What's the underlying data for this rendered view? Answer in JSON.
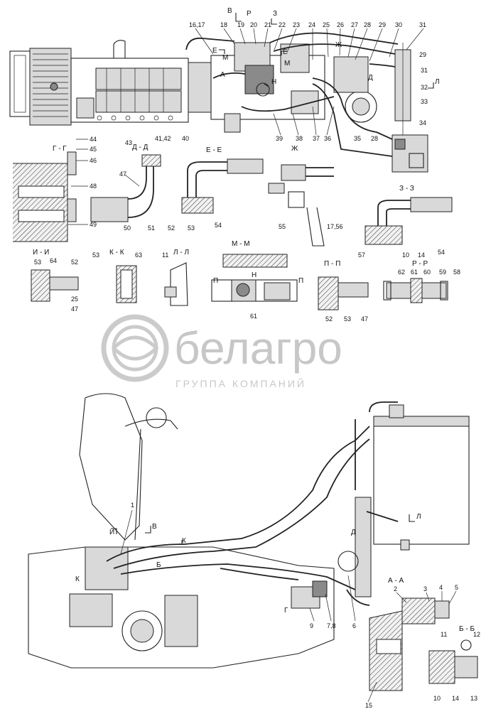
{
  "watermark": {
    "brand": "белагро",
    "tagline": "ГРУППА КОМПАНИЙ"
  },
  "section_titles": [
    {
      "id": "gg",
      "text": "Г - Г"
    },
    {
      "id": "dd",
      "text": "Д - Д"
    },
    {
      "id": "ee",
      "text": "Е - Е"
    },
    {
      "id": "zh",
      "text": "Ж"
    },
    {
      "id": "zz",
      "text": "З - З"
    },
    {
      "id": "ii",
      "text": "И - И"
    },
    {
      "id": "kk",
      "text": "К - К"
    },
    {
      "id": "ll",
      "text": "Л - Л"
    },
    {
      "id": "mm",
      "text": "М - М"
    },
    {
      "id": "pp",
      "text": "П - П"
    },
    {
      "id": "rr",
      "text": "Р - Р"
    },
    {
      "id": "aa",
      "text": "А - А"
    },
    {
      "id": "bb",
      "text": "Б - Б"
    }
  ],
  "view_markers": [
    {
      "id": "v-top",
      "text": "В"
    },
    {
      "id": "r-top",
      "text": "Р"
    },
    {
      "id": "z-top",
      "text": "З"
    },
    {
      "id": "e-top",
      "text": "Е"
    },
    {
      "id": "m-top",
      "text": "М"
    },
    {
      "id": "a-top",
      "text": "А"
    },
    {
      "id": "e2-top",
      "text": "Е"
    },
    {
      "id": "zh-top",
      "text": "Ж"
    },
    {
      "id": "m2-top",
      "text": "М"
    },
    {
      "id": "n-top",
      "text": "Н"
    },
    {
      "id": "d-top",
      "text": "Д"
    },
    {
      "id": "l-top",
      "text": "Л"
    },
    {
      "id": "p-mm",
      "text": "П"
    },
    {
      "id": "n-mm",
      "text": "Н"
    },
    {
      "id": "p2-mm",
      "text": "П"
    },
    {
      "id": "i-bot",
      "text": "И"
    },
    {
      "id": "v-bot",
      "text": "В"
    },
    {
      "id": "k-bot",
      "text": "К"
    },
    {
      "id": "b-bot",
      "text": "Б"
    },
    {
      "id": "k2-bot",
      "text": "К"
    },
    {
      "id": "g-bot",
      "text": "Г"
    },
    {
      "id": "l-bot",
      "text": "Л"
    },
    {
      "id": "d-bot",
      "text": "Д"
    }
  ],
  "callouts_top": [
    "16,17",
    "18",
    "19",
    "20",
    "21",
    "22",
    "23",
    "24",
    "25",
    "26",
    "27",
    "28",
    "29",
    "30",
    "31",
    "29",
    "31",
    "32",
    "33",
    "34",
    "35",
    "28",
    "36",
    "37",
    "38",
    "39"
  ],
  "callouts_sections": [
    "44",
    "45",
    "46",
    "48",
    "49",
    "43",
    "41,42",
    "47",
    "50",
    "51",
    "40",
    "52",
    "53",
    "54",
    "55",
    "17,56",
    "57",
    "10",
    "14",
    "54",
    "53",
    "64",
    "52",
    "25",
    "47",
    "53",
    "63",
    "11",
    "61",
    "52",
    "53",
    "47",
    "62",
    "61",
    "60",
    "59",
    "58"
  ],
  "callouts_bottom": [
    "1",
    "2",
    "3",
    "4",
    "5",
    "6",
    "7,8",
    "9",
    "10",
    "11",
    "12",
    "13",
    "14",
    "15"
  ]
}
